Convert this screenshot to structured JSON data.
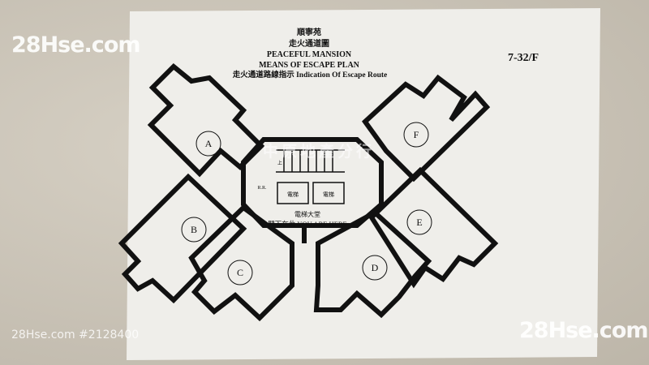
{
  "header": {
    "name_zh": "順寧苑",
    "title_zh": "走火通道圖",
    "name_en": "PEACEFUL MANSION",
    "title_en": "MEANS OF ESCAPE PLAN",
    "legend": "走火通道路線指示 Indication Of Escape Route",
    "floors": "7-32/F"
  },
  "units": [
    "A",
    "B",
    "C",
    "D",
    "E",
    "F"
  ],
  "lobby": {
    "name": "電梯大堂",
    "you_are_here": "閣下在此 YOU ARE HERE",
    "lift_left": "電梯",
    "lift_right": "電梯",
    "stair_up": "上",
    "small_room": "R.R."
  },
  "watermarks": {
    "logo_top": "28Hse.com",
    "logo_bottom": "28Hse.com",
    "listing_id": "28Hse.com #2128400",
    "agency": "中原地產分行"
  },
  "colors": {
    "ink": "#111111",
    "paper": "#f1f0ec",
    "wall": "#c9c3b7"
  }
}
